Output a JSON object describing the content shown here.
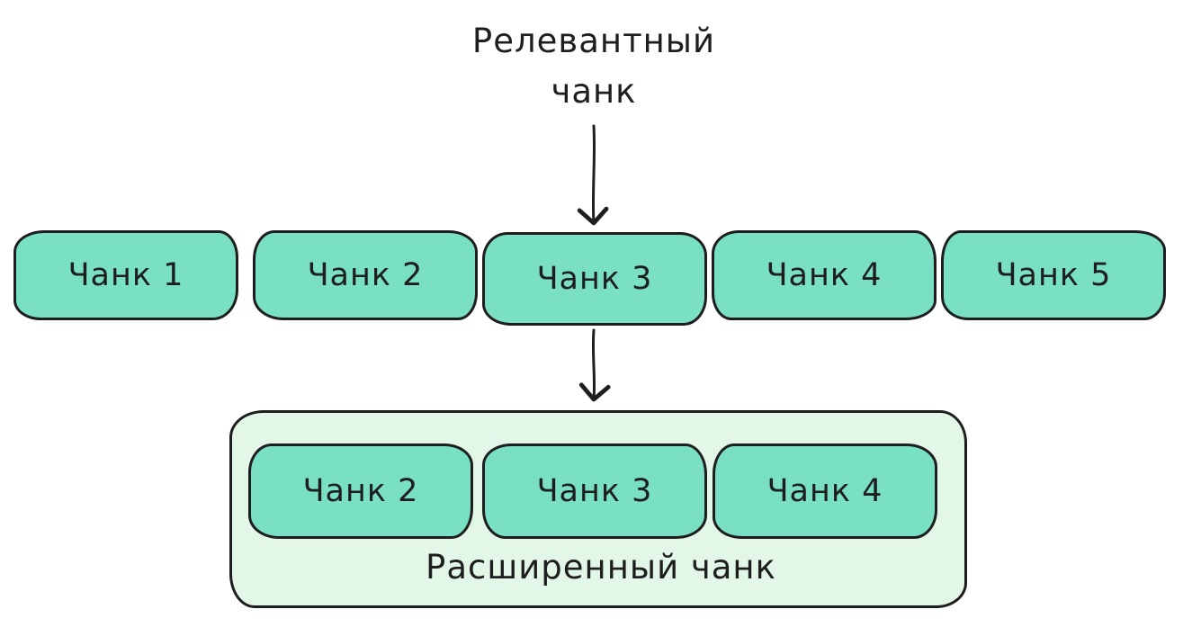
{
  "title": {
    "line1": "Релевантный",
    "line2": "чанк"
  },
  "chunks_row": [
    "Чанк 1",
    "Чанк 2",
    "Чанк 3",
    "Чанк 4",
    "Чанк 5"
  ],
  "expanded": {
    "label": "Расширенный чанк",
    "chunks": [
      "Чанк 2",
      "Чанк 3",
      "Чанк 4"
    ]
  },
  "colors": {
    "chunk_fill": "#79e0c3",
    "container_fill": "#e2f7e7",
    "stroke": "#1e1e1e",
    "text": "#1e1e1e",
    "background": "#ffffff"
  }
}
